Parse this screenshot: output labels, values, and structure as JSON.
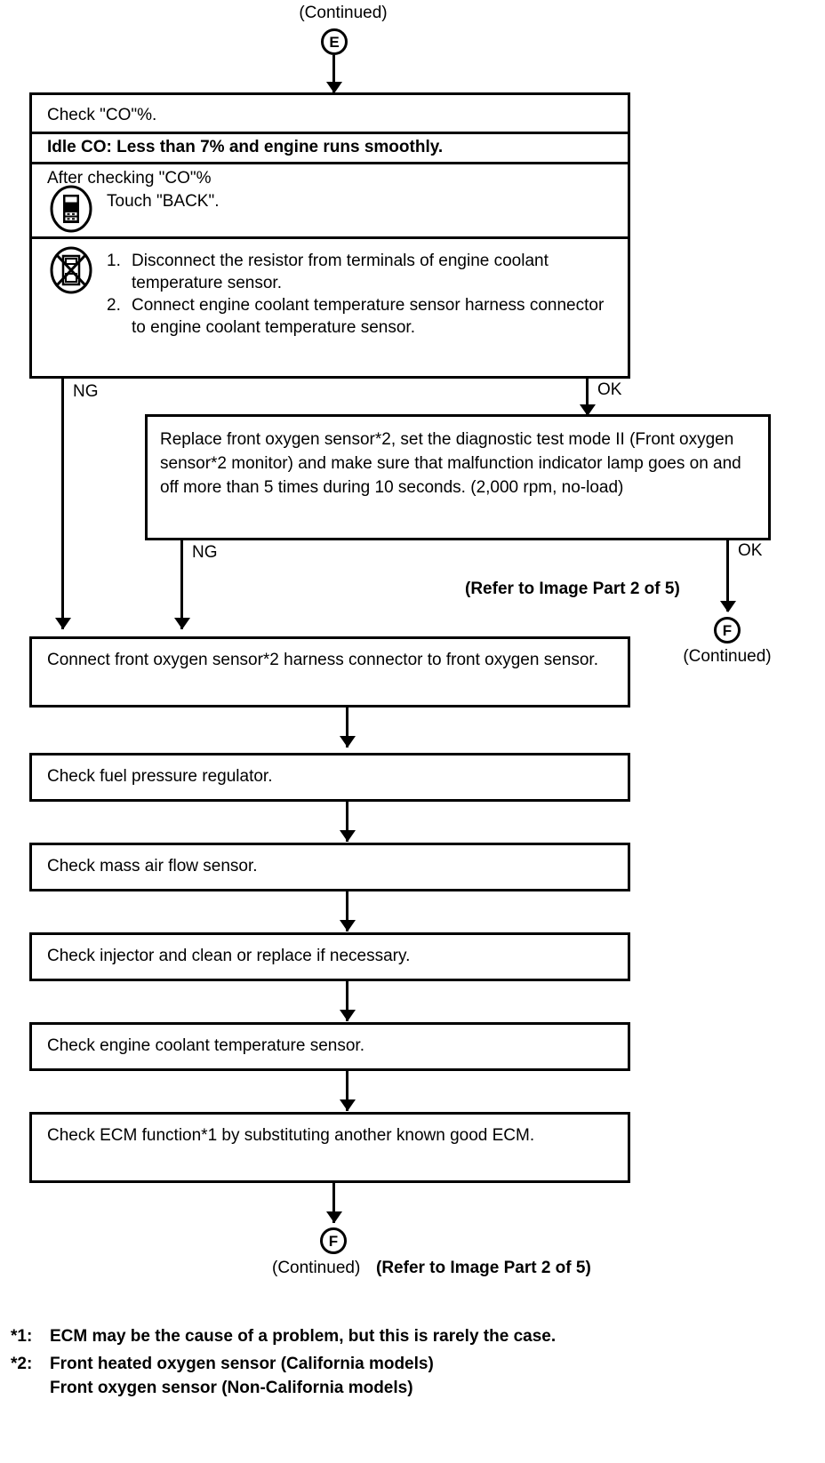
{
  "top_connector": {
    "continued_label": "(Continued)",
    "circle_letter": "E"
  },
  "main_box": {
    "rows": [
      {
        "id": "check-co",
        "text": "Check \"CO\"%."
      },
      {
        "id": "idle-co",
        "text": "Idle CO: Less than 7% and engine runs smoothly.",
        "bold": true
      },
      {
        "id": "after-check",
        "text": "After checking \"CO\"%",
        "sub_text": "Touch \"BACK\".",
        "icon": "consult-tool-icon"
      },
      {
        "id": "disconnect-steps",
        "icon": "consult-tool-disabled-icon",
        "steps": [
          {
            "num": "1.",
            "text": "Disconnect the resistor from terminals of engine coolant temperature sensor."
          },
          {
            "num": "2.",
            "text": "Connect engine coolant temperature sensor harness connector to engine coolant temperature sensor."
          }
        ]
      }
    ],
    "branch_ng": "NG",
    "branch_ok": "OK"
  },
  "replace_box": {
    "text": "Replace front oxygen sensor*2, set the diagnostic test mode II (Front oxygen sensor*2 monitor) and make sure that malfunction indicator lamp goes on and off more than 5 times during 10 seconds. (2,000 rpm, no-load)",
    "branch_ng": "NG",
    "branch_ok": "OK",
    "refer_note": "(Refer to Image Part 2 of 5)",
    "circle_letter": "F",
    "continued_label": "(Continued)"
  },
  "steps": [
    {
      "id": "connect-front-oxygen",
      "text": "Connect front oxygen sensor*2 harness connector to front oxygen sensor."
    },
    {
      "id": "check-fuel-pressure-regulator",
      "text": "Check fuel pressure regulator."
    },
    {
      "id": "check-mass-air-flow-sensor",
      "text": "Check mass air flow sensor."
    },
    {
      "id": "check-injector",
      "text": "Check injector and clean or replace if necessary."
    },
    {
      "id": "check-engine-coolant-temp-sensor",
      "text": "Check engine coolant temperature sensor."
    },
    {
      "id": "check-ecm-function",
      "text": "Check ECM function*1 by substituting another known good ECM."
    }
  ],
  "bottom_connector": {
    "circle_letter": "F",
    "continued_label": "(Continued)",
    "refer_note": "(Refer to Image Part 2 of 5)"
  },
  "footnotes": [
    {
      "mark": "*1:",
      "text": "ECM may be the cause of a problem, but this is rarely the case."
    },
    {
      "mark": "*2:",
      "text": "Front heated oxygen sensor (California models)\nFront oxygen sensor (Non-California models)"
    }
  ],
  "colors": {
    "ink": "#000000",
    "paper": "#ffffff"
  }
}
